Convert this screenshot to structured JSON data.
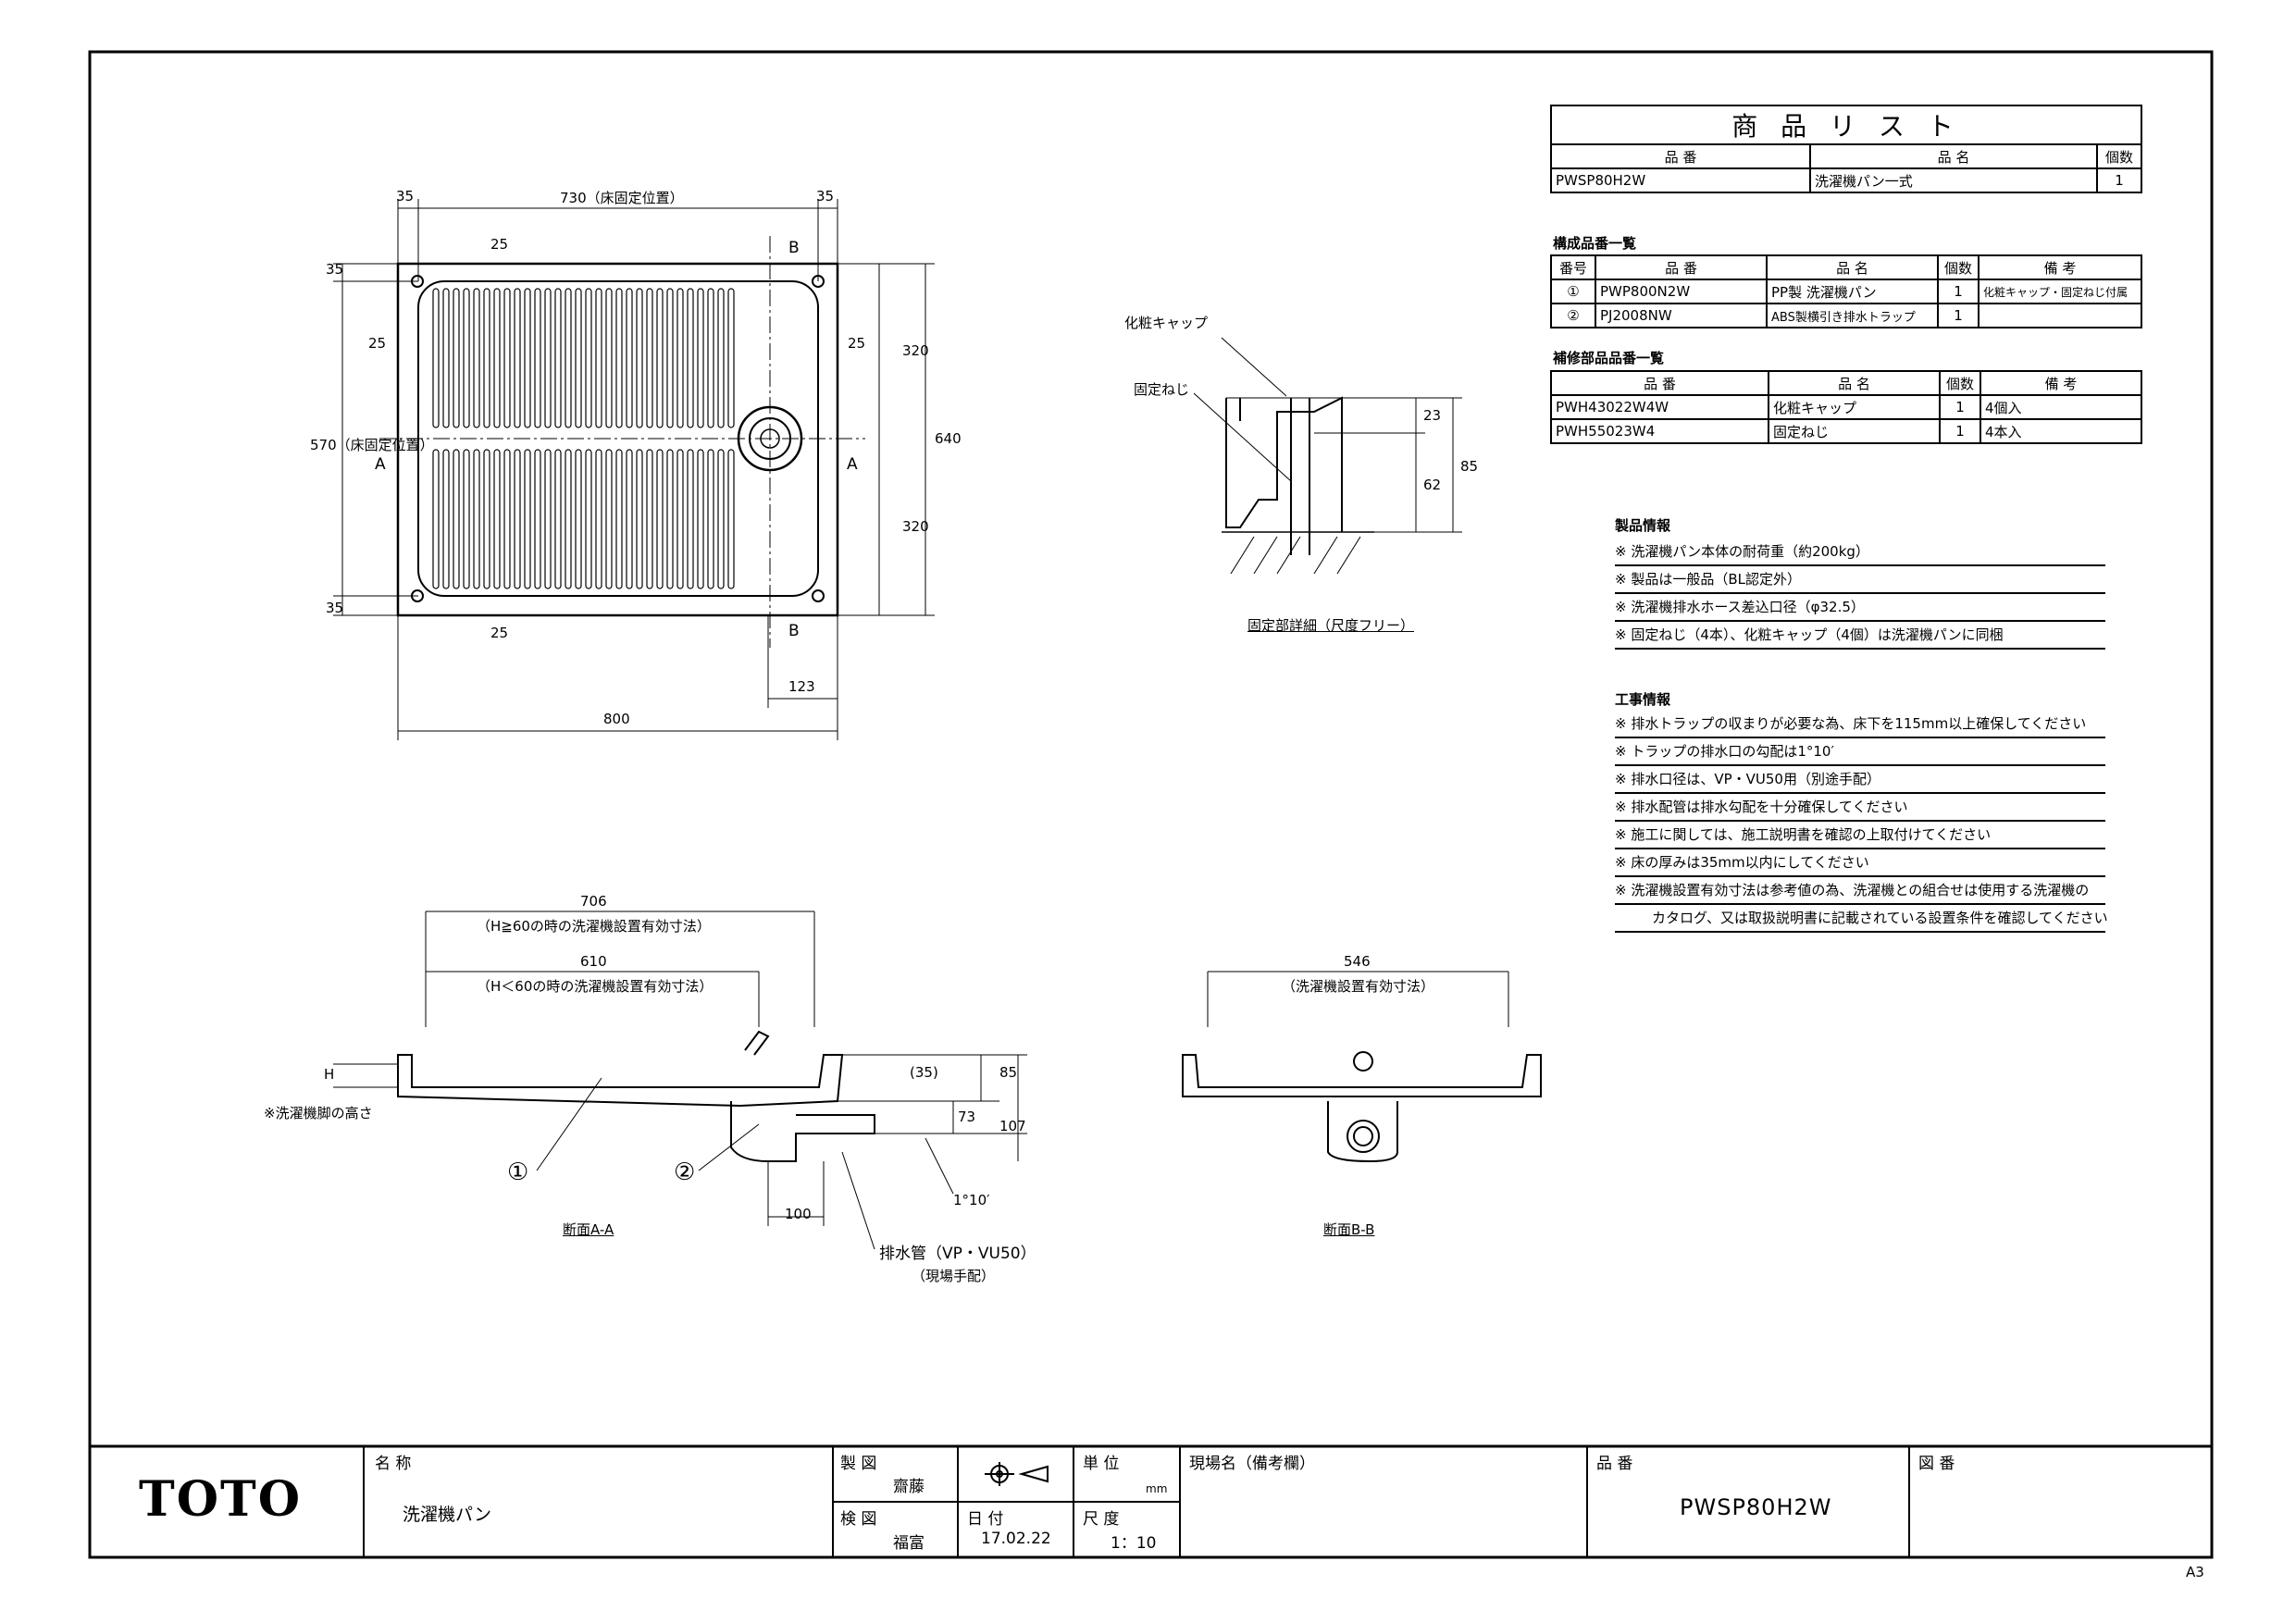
{
  "product_list": {
    "title": "商 品 リ ス ト",
    "headers": [
      "品 番",
      "品 名",
      "個数"
    ],
    "rows": [
      [
        "PWSP80H2W",
        "洗濯機パン一式",
        "1"
      ]
    ]
  },
  "components": {
    "title": "構成品番一覧",
    "headers": [
      "番号",
      "品 番",
      "品 名",
      "個数",
      "備 考"
    ],
    "rows": [
      [
        "①",
        "PWP800N2W",
        "PP製 洗濯機パン",
        "1",
        "化粧キャップ・固定ねじ付属"
      ],
      [
        "②",
        "PJ2008NW",
        "ABS製横引き排水トラップ",
        "1",
        ""
      ]
    ]
  },
  "spare_parts": {
    "title": "補修部品品番一覧",
    "headers": [
      "品 番",
      "品 名",
      "個数",
      "備 考"
    ],
    "rows": [
      [
        "PWH43022W4W",
        "化粧キャップ",
        "1",
        "4個入"
      ],
      [
        "PWH55023W4",
        "固定ねじ",
        "1",
        "4本入"
      ]
    ]
  },
  "product_info": {
    "title": "製品情報",
    "items": [
      "※ 洗濯機パン本体の耐荷重（約200kg）",
      "※ 製品は一般品（BL認定外）",
      "※ 洗濯機排水ホース差込口径（φ32.5）",
      "※ 固定ねじ（4本）、化粧キャップ（4個）は洗濯機パンに同梱"
    ]
  },
  "construction_info": {
    "title": "工事情報",
    "items": [
      "※ 排水トラップの収まりが必要な為、床下を115mm以上確保してください",
      "※ トラップの排水口の勾配は1°10′",
      "※ 排水口径は、VP・VU50用（別途手配）",
      "※ 排水配管は排水勾配を十分確保してください",
      "※ 施工に関しては、施工説明書を確認の上取付けてください",
      "※ 床の厚みは35mm以内にしてください",
      "※ 洗濯機設置有効寸法は参考値の為、洗濯機との組合せは使用する洗濯機の",
      "カタログ、又は取扱説明書に記載されている設置条件を確認してください"
    ]
  },
  "plan_view": {
    "dim_top": [
      "35",
      "730（床固定位置）",
      "35"
    ],
    "dim_left": [
      "35",
      "570（床固定位置）",
      "35"
    ],
    "dim_inner": [
      "25",
      "25",
      "25",
      "25"
    ],
    "dim_right": [
      "320",
      "320",
      "640"
    ],
    "dim_bottom": [
      "123",
      "800"
    ],
    "section_marks": [
      "A",
      "A",
      "B",
      "B"
    ]
  },
  "detail_view": {
    "labels": [
      "化粧キャップ",
      "固定ねじ"
    ],
    "dims": [
      "23",
      "62",
      "85"
    ],
    "caption": "固定部詳細（尺度フリー）"
  },
  "section_aa": {
    "dims": [
      "706",
      "（H≧60の時の洗濯機設置有効寸法）",
      "610",
      "（H＜60の時の洗濯機設置有効寸法）",
      "(35)",
      "85",
      "73",
      "107",
      "100",
      "1°10′"
    ],
    "h_label": "H",
    "h_note": "※洗濯機脚の高さ",
    "pipe_label": "排水管（VP・VU50）",
    "pipe_note": "（現場手配）",
    "callouts": [
      "①",
      "②"
    ],
    "caption": "断面A-A"
  },
  "section_bb": {
    "dims": [
      "546",
      "（洗濯機設置有効寸法）"
    ],
    "caption": "断面B-B"
  },
  "title_block": {
    "logo": "TOTO",
    "name_label": "名 称",
    "name": "洗濯機パン",
    "drawn_label": "製 図",
    "drawn_by": "齋藤",
    "checked_label": "検 図",
    "checked_by": "福富",
    "date_label": "日 付",
    "date": "17.02.22",
    "unit_label": "単 位",
    "unit": "mm",
    "scale_label": "尺 度",
    "scale": "1：10",
    "site_label": "現場名（備考欄）",
    "part_label": "品 番",
    "part_no": "PWSP80H2W",
    "drawing_label": "図 番"
  },
  "paper_size": "A3"
}
